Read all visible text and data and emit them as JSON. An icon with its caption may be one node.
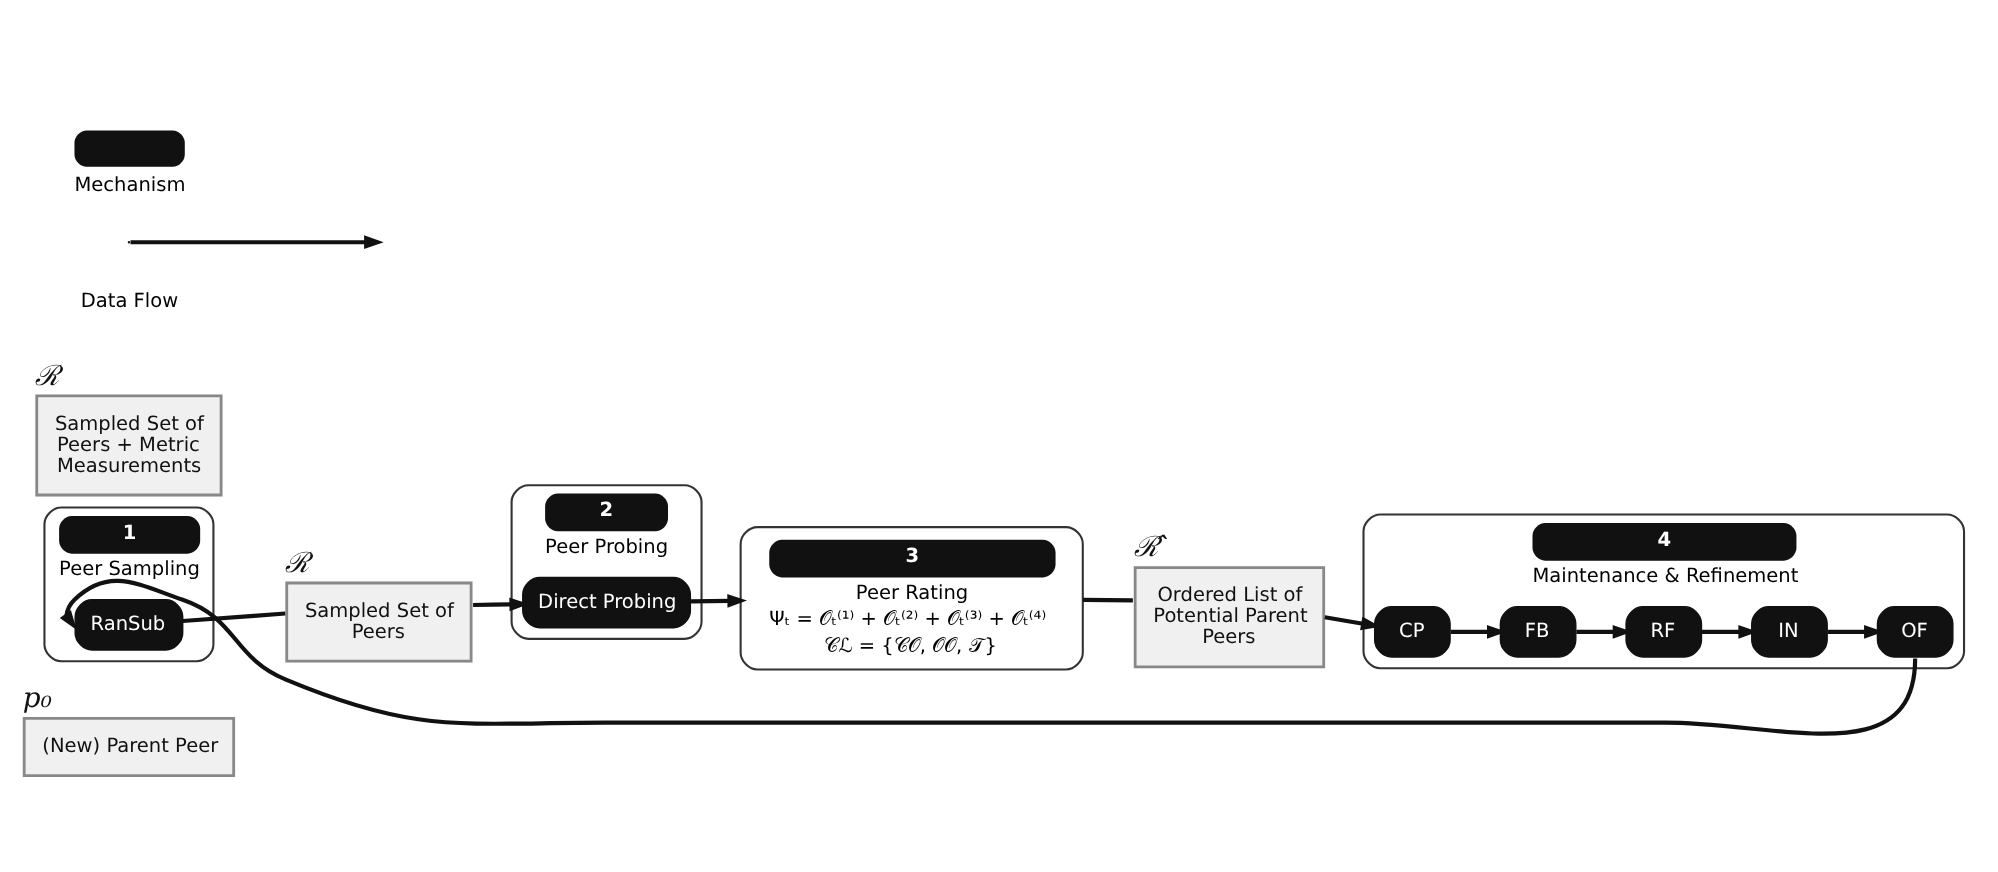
{
  "diagram": {
    "nodes": [
      {
        "text": [
          "(New) Parent Peer"
        ],
        "beside": [
          "p₀"
        ]
      },
      {
        "text": [
          "1",
          "Peer Sampling"
        ]
      },
      {
        "text": [
          "RanSub"
        ],
        "in": 1
      },
      {
        "text": [
          "Sampled Set of Peers"
        ],
        "beside": [
          "ℛ"
        ]
      },
      {
        "text": [
          "4",
          "Maintenance & Refinement"
        ]
      },
      {
        "text": [
          "CP"
        ],
        "in": 4
      },
      {
        "text": [
          "FB"
        ],
        "in": 4
      },
      {
        "text": [
          "RF"
        ],
        "in": 4
      },
      {
        "text": [
          "IN"
        ],
        "in": 4
      },
      {
        "text": [
          "OF"
        ],
        "in": 4
      },
      {
        "text": [
          "2",
          "Peer Probing"
        ]
      },
      {
        "text": [
          "Direct Probing"
        ],
        "in": 10
      },
      {
        "text": [
          "Ordered List of Potential Parent Peers"
        ],
        "beside": [
          "ℛ̂"
        ]
      },
      {
        "text": [
          "3",
          "Peer Rating",
          "Ψₜ = 𝒪ₜ⁽¹⁾ + 𝒪ₜ⁽²⁾ + 𝒪ₜ⁽³⁾ + 𝒪ₜ⁽⁴⁾",
          "𝒞ℒ = {𝒞𝒪, 𝒪𝒪, 𝒯}"
        ]
      },
      {
        "text": [
          "Sampled Set of Peers + Metric Measurements"
        ],
        "beside": [
          "ℛ"
        ]
      }
    ],
    "edges": [
      {
        "from": 9,
        "to": 2,
        "arrow": "to"
      },
      {
        "from": 2,
        "to": 3,
        "arrow": "none"
      },
      {
        "from": 3,
        "to": 11,
        "arrow": "to"
      },
      {
        "from": 11,
        "to": 13,
        "arrow": "to"
      },
      {
        "from": 13,
        "to": 12,
        "arrow": "none"
      },
      {
        "from": 12,
        "to": 5,
        "arrow": "to"
      },
      {
        "from": 5,
        "to": 6,
        "arrow": "to"
      },
      {
        "from": 6,
        "to": 7,
        "arrow": "to"
      },
      {
        "from": 7,
        "to": 8,
        "arrow": "to"
      },
      {
        "from": 8,
        "to": 9,
        "arrow": "to"
      }
    ],
    "legend": [
      {
        "text": "Mechanism",
        "color": "#111111"
      },
      {
        "text": "Data Flow"
      }
    ]
  }
}
